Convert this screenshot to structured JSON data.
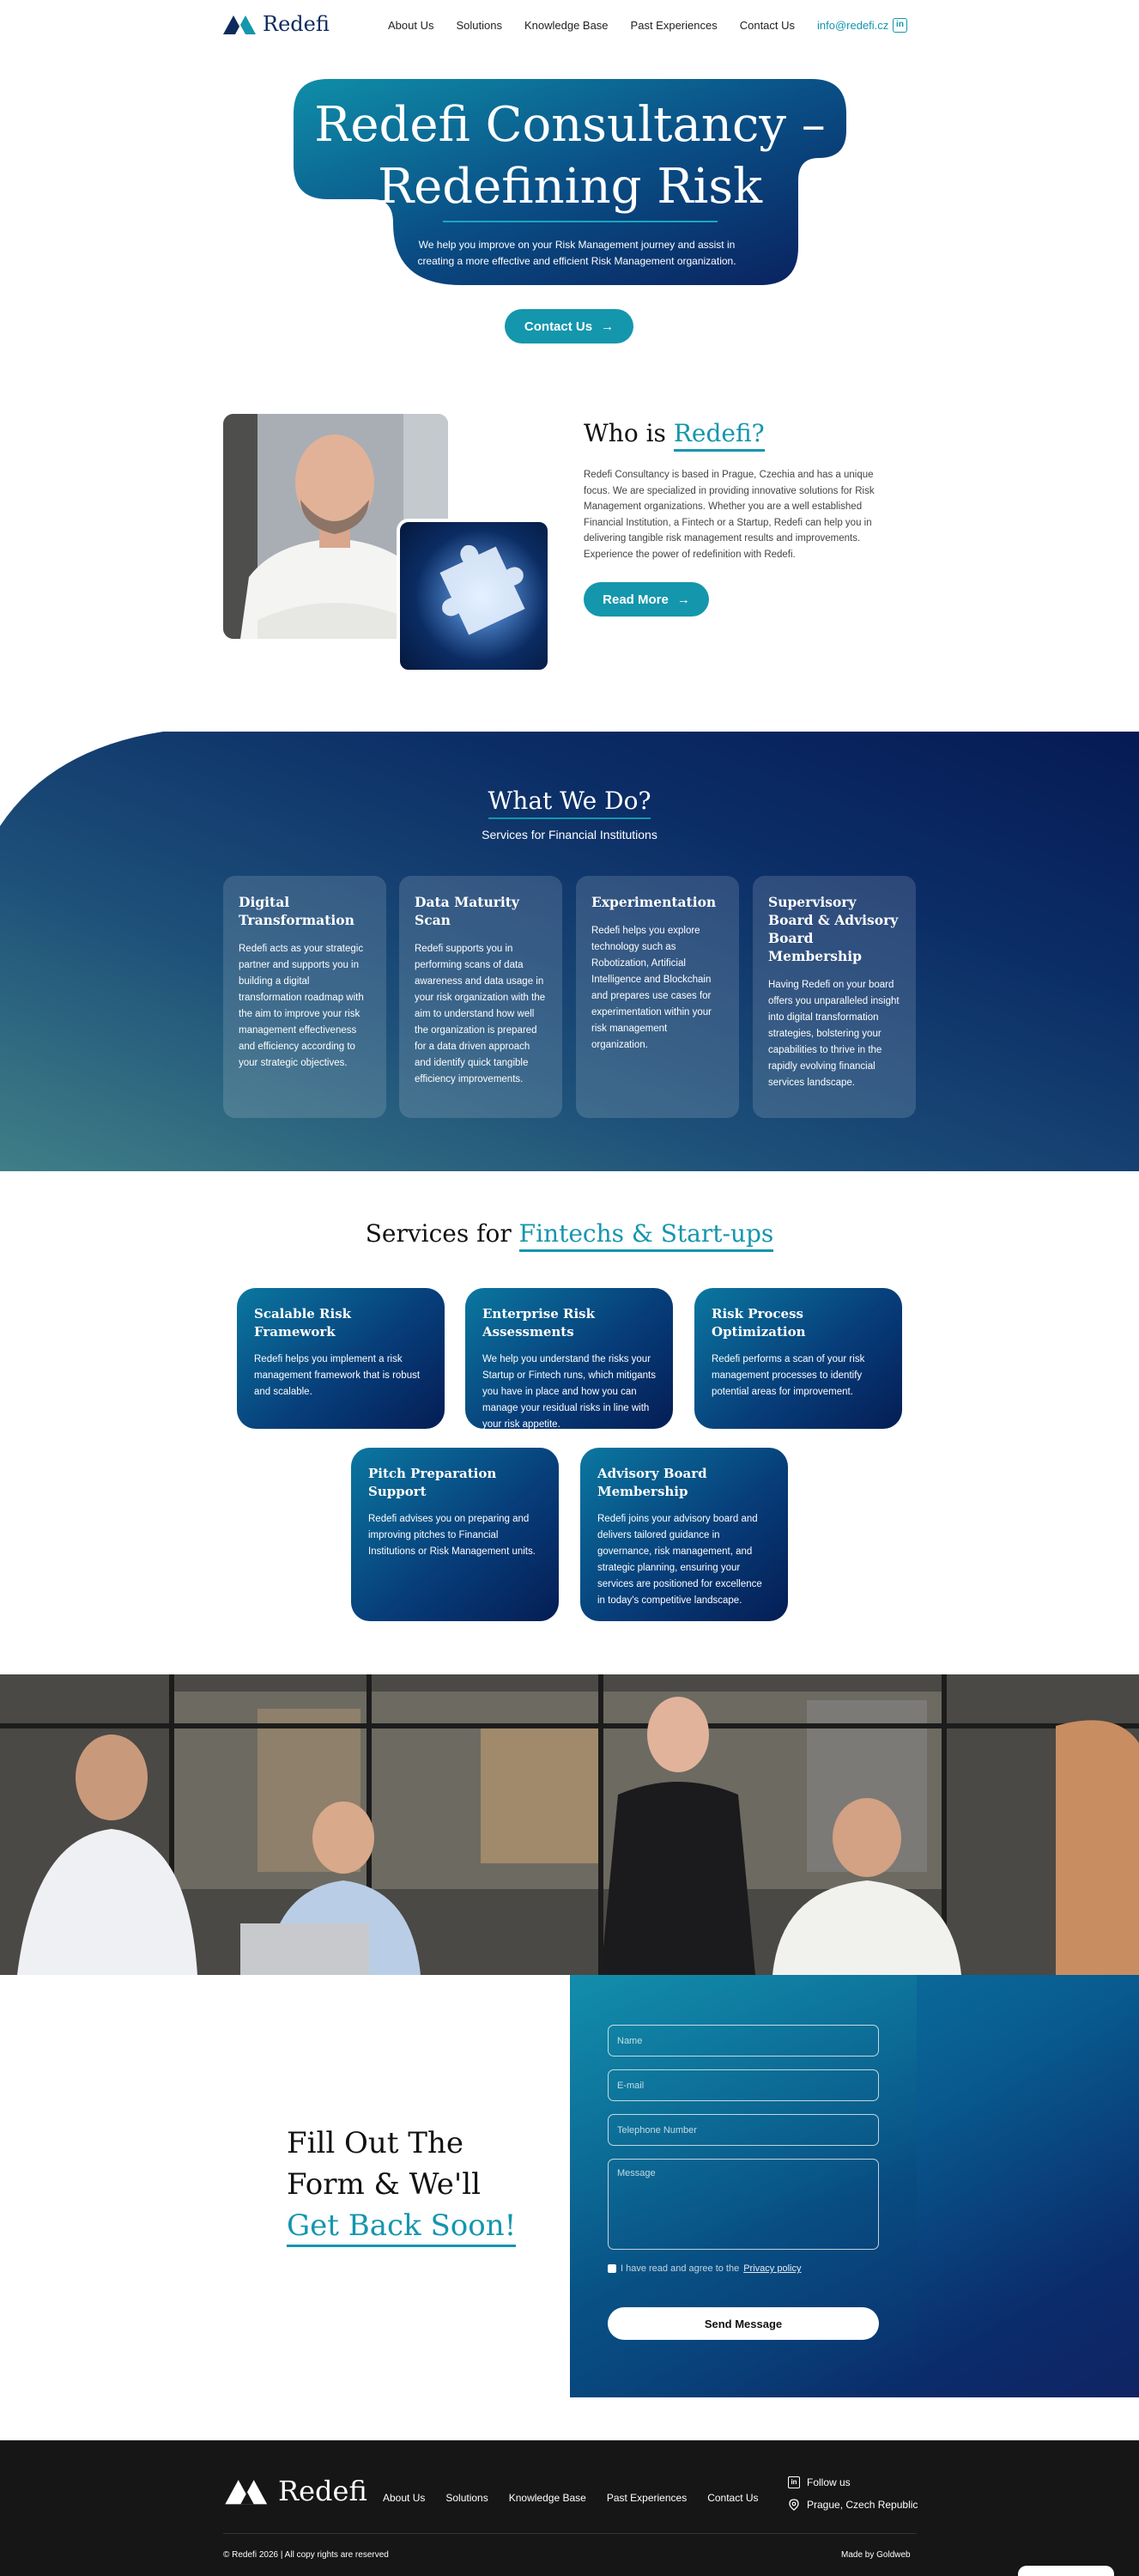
{
  "header": {
    "logo_text": "Redefi",
    "nav": [
      "About Us",
      "Solutions",
      "Knowledge Base",
      "Past Experiences",
      "Contact Us"
    ],
    "email": "info@redefi.cz",
    "linkedin_label": "in"
  },
  "hero": {
    "title_line1": "Redefi Consultancy –",
    "title_line2": "Redefining Risk",
    "subtitle_line1": "We help you improve on your Risk Management journey and assist in",
    "subtitle_line2": "creating a more effective and efficient Risk Management organization.",
    "cta_label": "Contact Us"
  },
  "who": {
    "title_prefix": "Who is",
    "title_accent": "Redefi?",
    "text": "Redefi Consultancy is based in Prague, Czechia and has a unique focus. We are specialized in providing innovative solutions for Risk Management organizations. Whether you are a well established Financial Institution, a Fintech or a Startup, Redefi can help you in delivering tangible risk management results and improvements. Experience the power of redefinition with Redefi.",
    "cta_label": "Read More"
  },
  "what_we_do": {
    "title": "What We Do?",
    "subtitle": "Services for Financial Institutions",
    "cards": [
      {
        "title": "Digital Transformation",
        "text": "Redefi acts as your strategic partner and supports you in building a digital transformation roadmap with the aim to improve your risk management effectiveness and efficiency according to your strategic objectives."
      },
      {
        "title": "Data Maturity Scan",
        "text": "Redefi supports you in performing scans of data awareness and data usage in your risk organization with the aim to understand how well the organization is prepared for a data driven approach and identify quick tangible efficiency improvements."
      },
      {
        "title": "Experimentation",
        "text": "Redefi helps you explore technology such as Robotization, Artificial Intelligence and Blockchain and prepares use cases for experimentation within your risk management organization."
      },
      {
        "title": "Supervisory Board & Advisory Board Membership",
        "text": "Having Redefi on your board offers you unparalleled insight into digital transformation strategies, bolstering your capabilities to thrive in the rapidly evolving financial services landscape."
      }
    ]
  },
  "fintech": {
    "title_prefix": "Services for",
    "title_accent": "Fintechs & Start-ups",
    "cards": [
      {
        "title": "Scalable Risk Framework",
        "text": "Redefi helps you implement a risk management framework that is robust and scalable."
      },
      {
        "title": "Enterprise Risk Assessments",
        "text": "We help you understand the risks your Startup or Fintech runs, which mitigants you have in place and how you can manage your residual risks in line with your risk appetite."
      },
      {
        "title": "Risk Process Optimization",
        "text": "Redefi performs a scan of your risk management processes to identify potential areas for improvement."
      },
      {
        "title": "Pitch Preparation Support",
        "text": "Redefi advises you on preparing and improving pitches to Financial Institutions or Risk Management units."
      },
      {
        "title": "Advisory Board Membership",
        "text": "Redefi joins your advisory board and delivers tailored guidance in governance, risk management, and strategic planning, ensuring your services are positioned for excellence in today's competitive landscape."
      }
    ]
  },
  "form": {
    "title_line1": "Fill Out The",
    "title_line2": "Form & We'll",
    "title_accent": "Get Back Soon!",
    "name_placeholder": "Name",
    "email_placeholder": "E-mail",
    "phone_placeholder": "Telephone Number",
    "message_placeholder": "Message",
    "agree_text": "I have read and agree to the",
    "privacy_link": "Privacy policy",
    "submit_label": "Send Message"
  },
  "footer": {
    "logo_text": "Redefi",
    "nav": [
      "About Us",
      "Solutions",
      "Knowledge Base",
      "Past Experiences",
      "Contact Us"
    ],
    "follow_label": "Follow us",
    "location": "Prague, Czech Republic",
    "copyright": "© Redefi 2026 | All copy rights are reserved",
    "made_by": "Made by Goldweb"
  },
  "colors": {
    "accent": "#1496ad",
    "navy": "#0b2c63",
    "footer_bg": "#161616"
  }
}
